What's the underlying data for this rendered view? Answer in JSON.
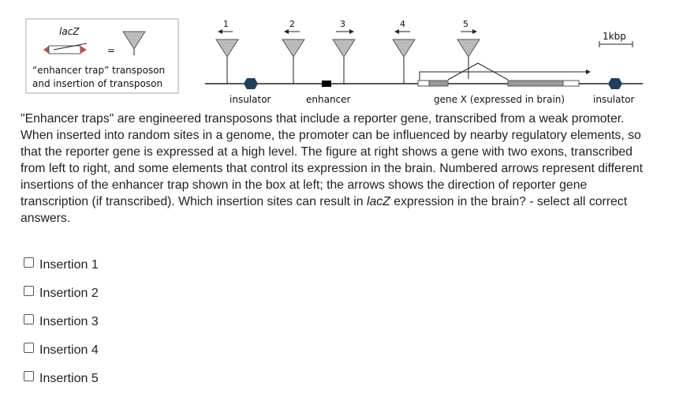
{
  "figure": {
    "legend": {
      "gene_label": "lacZ",
      "equals": "=",
      "caption_line1": "“enhancer trap” transposon",
      "caption_line2": "and insertion of transposon"
    },
    "insertions": [
      "1",
      "2",
      "3",
      "4",
      "5"
    ],
    "scale_label": "1kbp",
    "elements": {
      "insulator_left": "insulator",
      "enhancer": "enhancer",
      "gene": "gene X (expressed in brain)",
      "insulator_right": "insulator"
    },
    "colors": {
      "insulator": "#1f3f5f",
      "enhancer": "#000000",
      "exon": "#8c8c8c",
      "line": "#222222"
    }
  },
  "question": {
    "part1": "\"Enhancer traps\" are engineered transposons that include a reporter gene, transcribed from a weak promoter.  When inserted into random sites in a genome, the promoter can be influenced by nearby regulatory elements, so that the reporter gene is expressed at a high level.  The figure at right shows a gene with two exons, transcribed from left to right, and some elements that control its expression in the brain.  Numbered arrows represent different insertions of the enhancer trap shown in the box at left; the arrows shows the direction of reporter gene transcription (if transcribed).  Which insertion sites can result in ",
    "italic": "lacZ",
    "part2": " expression in the brain? - select all correct answers."
  },
  "answers": [
    {
      "label": "Insertion 1",
      "checked": false
    },
    {
      "label": "Insertion 2",
      "checked": false
    },
    {
      "label": "Insertion 3",
      "checked": false
    },
    {
      "label": "Insertion 4",
      "checked": false
    },
    {
      "label": "Insertion 5",
      "checked": false
    }
  ]
}
